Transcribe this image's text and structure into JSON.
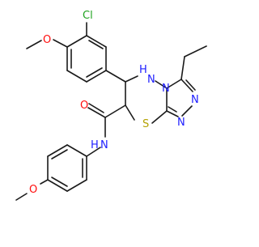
{
  "molecule": {
    "atom_labels": {
      "cl": "Cl",
      "o_top_methoxy": "O",
      "nh_ring": "H",
      "n_ring_nh": "N",
      "n_triazole_a": "N",
      "n_triazole_b": "N",
      "n_triazole_c": "N",
      "s_ring": "S",
      "o_amide": "O",
      "nh_amide_h": "H",
      "nh_amide_n": "N",
      "o_bottom_methoxy": "O"
    },
    "colors": {
      "bond": "#1a1a1a",
      "nitrogen": "#1d1dff",
      "oxygen": "#ff0d0d",
      "chlorine": "#1fa31f",
      "sulfur": "#b3a100"
    }
  }
}
